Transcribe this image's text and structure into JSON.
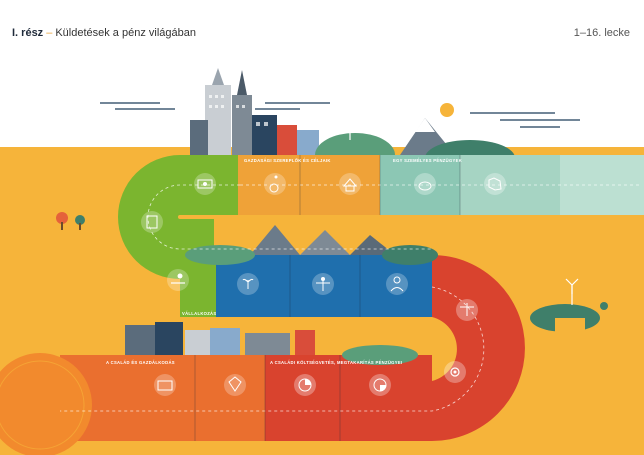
{
  "header": {
    "part_label": "I. rész",
    "separator": "–",
    "title": "Küldetések a pénz világában",
    "lessons": "1–16. lecke"
  },
  "road_labels": {
    "top_orange": "GAZDASÁGI SZEREPLŐK ÉS CÉLJAIK",
    "top_teal": "EGY SZEMÉLYES PÉNZÜGYEK",
    "middle_green": "VÁLLALKOZÁS",
    "bottom_orange": "A CSALÁD ÉS GAZDÁLKODÁS",
    "bottom_red": "A CSALÁDI KÖLTSÉGVETÉS, MEGTAKARÍTÁS PÉNZÜGYEI"
  },
  "colors": {
    "background_yellow": "#f6b43a",
    "road_green": "#7bb52f",
    "road_orange": "#efa238",
    "road_teal": "#8cc7b4",
    "road_blue": "#1f6fad",
    "road_red": "#d9432e",
    "road_orange_dark": "#ea6f2f",
    "start_circle": "#f28a2d"
  },
  "icons": [
    "money-icon",
    "wheelchair-icon",
    "house-icon",
    "piggy-bank-icon",
    "map-icon",
    "document-icon",
    "hand-coin-icon",
    "plant-hand-icon",
    "scale-person-icon",
    "person-idea-icon",
    "justice-scale-icon",
    "card-icon",
    "diamond-icon",
    "pie-chart-icon",
    "pie-chart-hand-icon",
    "gear-icon"
  ]
}
